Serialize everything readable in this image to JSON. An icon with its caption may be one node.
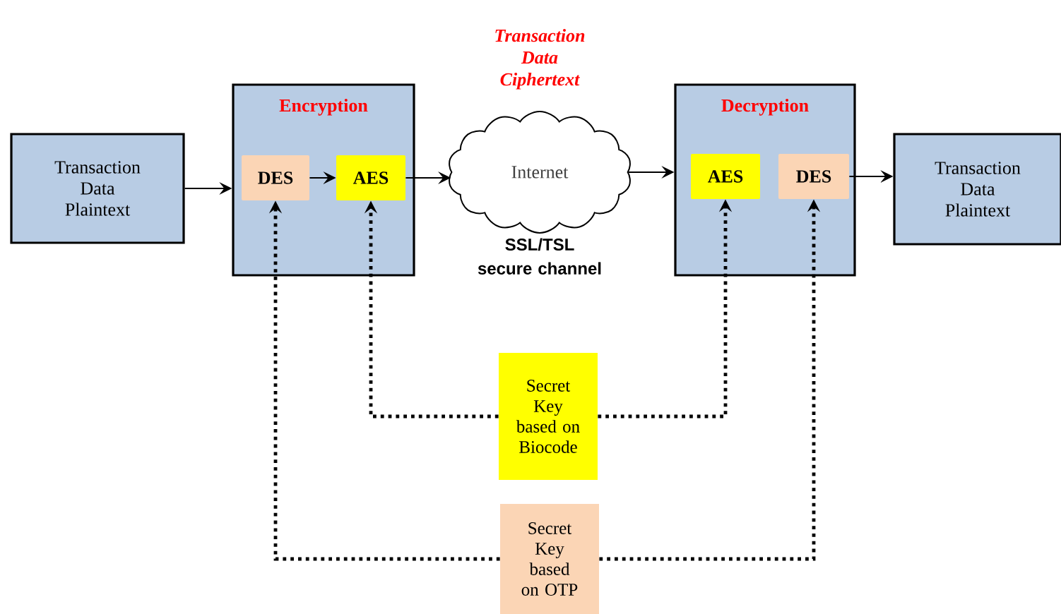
{
  "diagram": {
    "nodes": [
      {
        "text": [
          "Transaction Data Plaintext"
        ]
      },
      {
        "text": [
          "Encryption"
        ]
      },
      {
        "text": [
          "DES"
        ],
        "in": 1
      },
      {
        "text": [
          "AES"
        ],
        "in": 1
      },
      {
        "text": [
          "Internet"
        ],
        "beside": [
          "Transaction Data Ciphertext",
          "SSL/TSL secure channel"
        ]
      },
      {
        "text": [
          "Decryption"
        ]
      },
      {
        "text": [
          "AES"
        ],
        "in": 5
      },
      {
        "text": [
          "DES"
        ],
        "in": 5
      },
      {
        "text": [
          "Transaction Data Plaintext"
        ]
      },
      {
        "text": [
          "Secret Key based on Biocode"
        ]
      },
      {
        "text": [
          "Secret Key based on OTP"
        ]
      }
    ],
    "edges": [
      {
        "from": 0,
        "to": 1,
        "arrow": "to"
      },
      {
        "from": 2,
        "to": 3,
        "arrow": "to"
      },
      {
        "from": 3,
        "to": 4,
        "arrow": "to"
      },
      {
        "from": 4,
        "to": 5,
        "arrow": "to"
      },
      {
        "from": 7,
        "to": 8,
        "arrow": "to"
      },
      {
        "from": 9,
        "to": 3,
        "arrow": "to",
        "style": "dashed"
      },
      {
        "from": 9,
        "to": 6,
        "arrow": "to",
        "style": "dashed"
      },
      {
        "from": 10,
        "to": 2,
        "arrow": "to",
        "style": "dashed"
      },
      {
        "from": 10,
        "to": 7,
        "arrow": "to",
        "style": "dashed"
      }
    ]
  }
}
